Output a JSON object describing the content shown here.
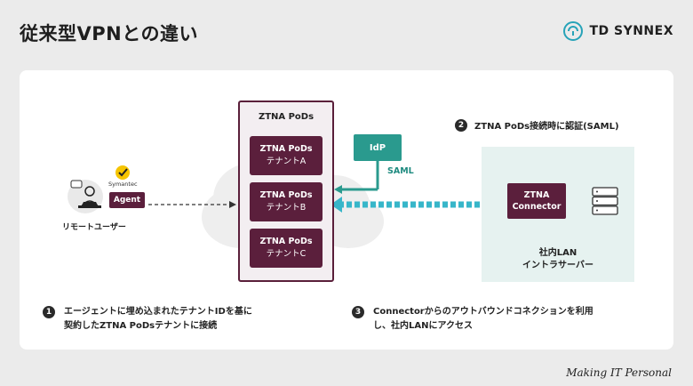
{
  "header": {
    "title": "従来型VPNとの違い",
    "logo_text": "TD SYNNEX",
    "tagline": "Making IT Personal"
  },
  "diagram": {
    "remote_user_label": "リモートユーザー",
    "symantec_label": "Symantec",
    "agent_label": "Agent",
    "pods_title": "ZTNA PoDs",
    "tenants": [
      {
        "name": "ZTNA PoDs",
        "sub": "テナントA"
      },
      {
        "name": "ZTNA PoDs",
        "sub": "テナントB"
      },
      {
        "name": "ZTNA PoDs",
        "sub": "テナントC"
      }
    ],
    "idp_label": "IdP",
    "saml_label": "SAML",
    "connector_line1": "ZTNA",
    "connector_line2": "Connector",
    "lan_label_line1": "社内LAN",
    "lan_label_line2": "イントラサーバー"
  },
  "steps": [
    {
      "num": "1",
      "line1": "エージェントに埋め込まれたテナントIDを基に",
      "line2": "契約したZTNA PoDsテナントに接続"
    },
    {
      "num": "2",
      "line1": "ZTNA PoDs接続時に認証(SAML)"
    },
    {
      "num": "3",
      "line1": "Connectorからのアウトバウンドコネクションを利用",
      "line2": "し、社内LANにアクセス"
    }
  ],
  "colors": {
    "accent_maroon": "#5b1f3c",
    "accent_teal": "#2a9a8e",
    "arrow_cyan": "#37b6c9",
    "lan_bg": "#e6f2f0"
  }
}
